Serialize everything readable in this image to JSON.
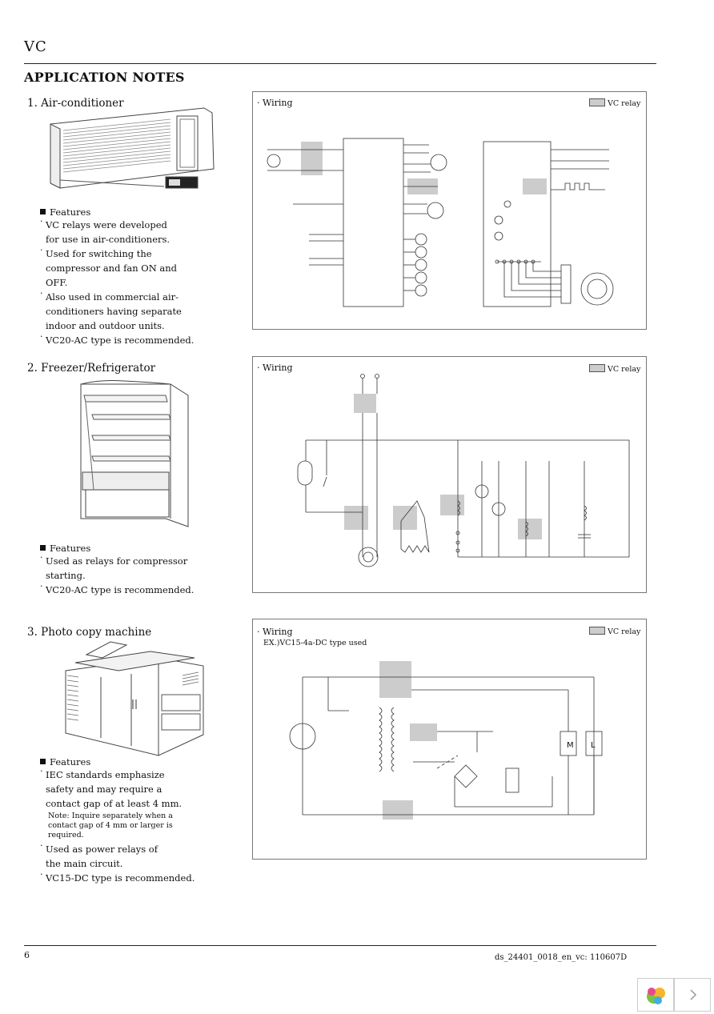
{
  "header": {
    "series": "VC",
    "title": "APPLICATION NOTES"
  },
  "sections": [
    {
      "heading": "1. Air-conditioner",
      "features_title": "Features",
      "features": [
        "VC relays were developed for use in air-conditioners.",
        "Used for switching the compressor and fan ON and OFF.",
        "Also used in commercial air-conditioners having separate indoor and outdoor units.",
        "VC20-AC type is recommended."
      ],
      "wiring_label": "Wiring",
      "legend_label": "VC relay"
    },
    {
      "heading": "2. Freezer/Refrigerator",
      "features_title": "Features",
      "features": [
        "Used as relays for compressor starting.",
        "VC20-AC type is recommended."
      ],
      "wiring_label": "Wiring",
      "legend_label": "VC relay"
    },
    {
      "heading": "3. Photo copy machine",
      "features_title": "Features",
      "features": [
        "IEC standards emphasize safety and may require a contact gap of at least 4 mm.",
        "Used as power relays of the main circuit.",
        "VC15-DC type is recommended."
      ],
      "note": "Note: Inquire separately when a contact gap of 4 mm or larger is required.",
      "wiring_label": "Wiring",
      "wiring_sub": "EX.)VC15-4a-DC type used",
      "legend_label": "VC relay",
      "diagram_labels": {
        "motor": "M",
        "lamp": "L"
      }
    }
  ],
  "footer": {
    "page": "6",
    "doc_id": "ds_24401_0018_en_vc: 110607D"
  },
  "colors": {
    "relay_fill": "#cccccc",
    "rule": "#222222"
  }
}
